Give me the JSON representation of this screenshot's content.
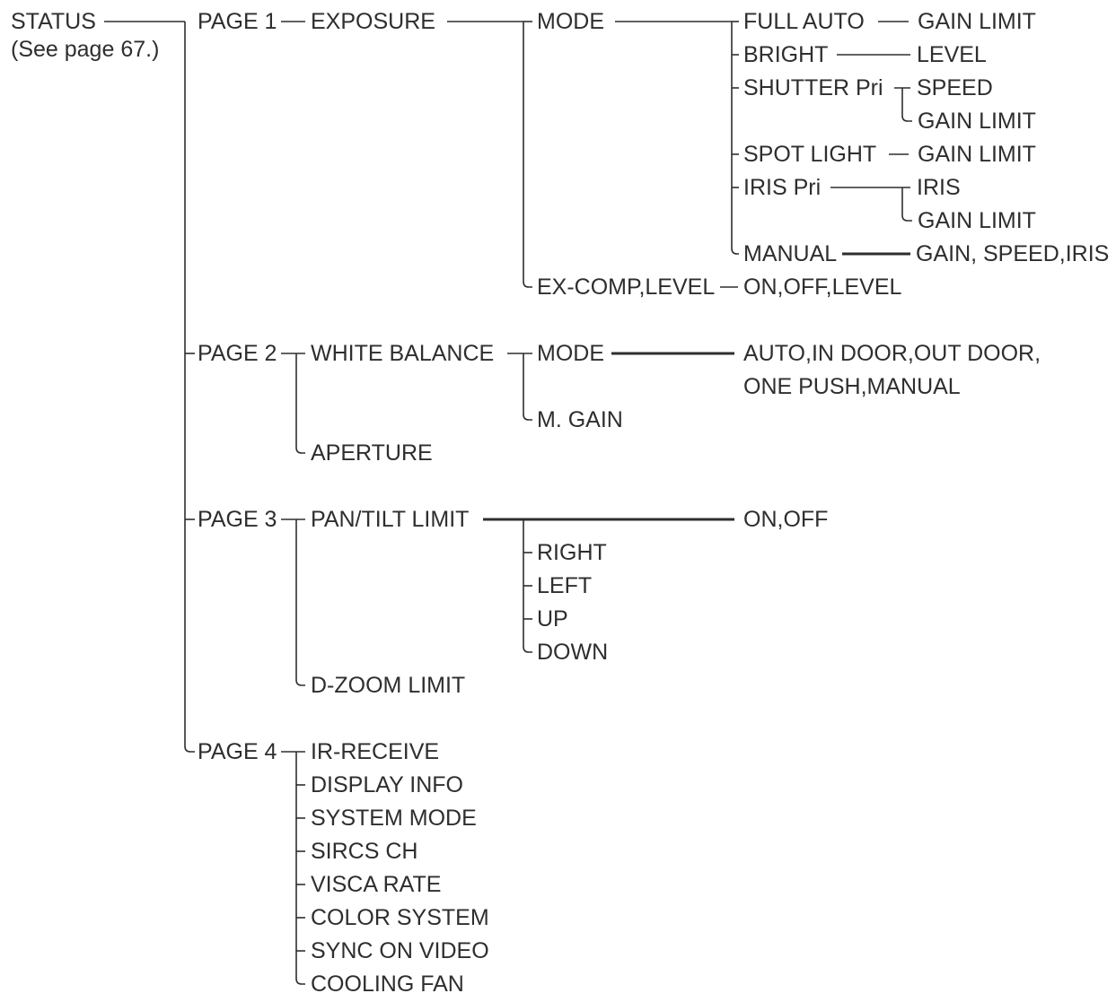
{
  "root": {
    "label": "STATUS",
    "note": "(See page 67.)"
  },
  "page1": {
    "label": "PAGE 1",
    "exposure": "EXPOSURE",
    "mode": "MODE",
    "full_auto": "FULL AUTO",
    "full_auto_child": "GAIN LIMIT",
    "bright": "BRIGHT",
    "bright_child": "LEVEL",
    "shutter": "SHUTTER Pri",
    "shutter_speed": "SPEED",
    "shutter_gain": "GAIN LIMIT",
    "spot": "SPOT LIGHT",
    "spot_child": "GAIN LIMIT",
    "iris_pri": "IRIS Pri",
    "iris_iris": "IRIS",
    "iris_gain": "GAIN LIMIT",
    "manual": "MANUAL",
    "manual_child": "GAIN, SPEED,IRIS",
    "excomp": "EX-COMP,LEVEL",
    "excomp_child": "ON,OFF,LEVEL"
  },
  "page2": {
    "label": "PAGE 2",
    "wb": "WHITE BALANCE",
    "mode": "MODE",
    "mode_values_1": "AUTO,IN DOOR,OUT DOOR,",
    "mode_values_2": "ONE PUSH,MANUAL",
    "mgain": "M. GAIN",
    "aperture": "APERTURE"
  },
  "page3": {
    "label": "PAGE 3",
    "pantilt": "PAN/TILT LIMIT",
    "pantilt_value": "ON,OFF",
    "right": "RIGHT",
    "left": "LEFT",
    "up": "UP",
    "down": "DOWN",
    "dzoom": "D-ZOOM LIMIT"
  },
  "page4": {
    "label": "PAGE 4",
    "items": [
      "IR-RECEIVE",
      "DISPLAY INFO",
      "SYSTEM MODE",
      "SIRCS CH",
      "VISCA RATE",
      "COLOR SYSTEM",
      "SYNC ON VIDEO",
      "COOLING FAN"
    ]
  }
}
